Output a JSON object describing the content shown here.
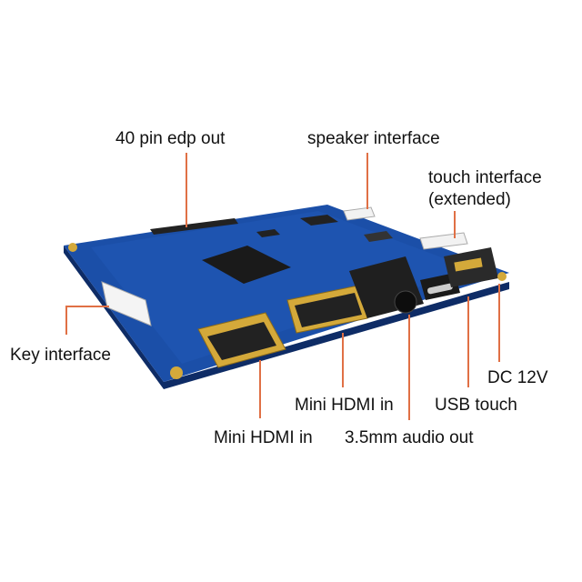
{
  "labels": {
    "edp_out": "40 pin edp out",
    "speaker": "speaker interface",
    "touch_line1": "touch interface",
    "touch_line2": "(extended)",
    "key": "Key interface",
    "mini_hdmi_1": "Mini HDMI in",
    "mini_hdmi_2": "Mini HDMI in",
    "audio_out": "3.5mm audio out",
    "usb_touch": "USB touch",
    "dc": "DC 12V"
  },
  "colors": {
    "pcb": "#1b4fa8",
    "pcb_dark": "#123a80",
    "leader": "#e07045",
    "gold": "#d4a93a",
    "chip": "#1a1a1a"
  }
}
